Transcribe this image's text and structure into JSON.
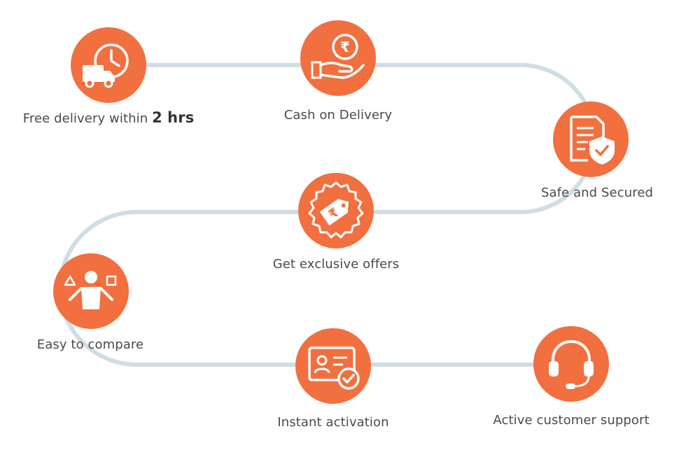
{
  "colors": {
    "accent": "#f26f3f",
    "path": "#cfdde4",
    "text": "#4a4a4a"
  },
  "steps": [
    {
      "label": "Free delivery within",
      "label_bold": "2 hrs",
      "icon": "delivery-truck-clock-icon"
    },
    {
      "label": "Cash on Delivery",
      "icon": "hand-rupee-coin-icon"
    },
    {
      "label": "Safe and Secured",
      "icon": "document-shield-icon"
    },
    {
      "label": "Get exclusive offers",
      "icon": "rupee-price-tag-badge-icon"
    },
    {
      "label": "Easy to compare",
      "icon": "person-balancing-shapes-icon"
    },
    {
      "label": "Instant activation",
      "icon": "id-card-checkmark-icon"
    },
    {
      "label": "Active customer support",
      "icon": "headset-icon"
    }
  ]
}
